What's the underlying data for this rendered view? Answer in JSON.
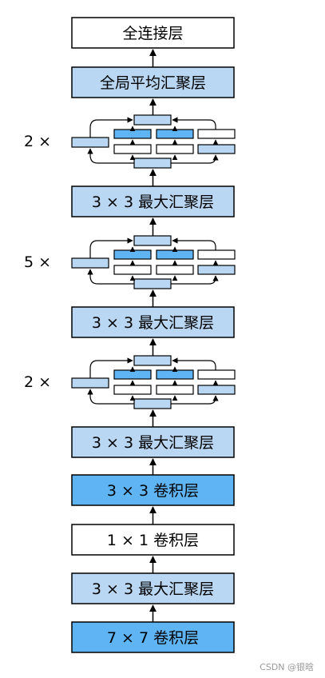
{
  "colors": {
    "light_blue": "#b9d6f2",
    "mid_blue": "#5fb4f4",
    "white": "#ffffff",
    "stroke": "#000000",
    "arrow": "#000000"
  },
  "layers": [
    {
      "text": "全连接层",
      "fill": "white"
    },
    {
      "text": "全局平均汇聚层",
      "fill": "light_blue"
    },
    {
      "text": "3 × 3 最大汇聚层",
      "fill": "light_blue"
    },
    {
      "text": "3 × 3 最大汇聚层",
      "fill": "light_blue"
    },
    {
      "text": "3 × 3 最大汇聚层",
      "fill": "light_blue"
    },
    {
      "text": "3 × 3 卷积层",
      "fill": "mid_blue"
    },
    {
      "text": "1 × 1 卷积层",
      "fill": "white"
    },
    {
      "text": "3 × 3 最大汇聚层",
      "fill": "light_blue"
    },
    {
      "text": "7 × 7 卷积层",
      "fill": "mid_blue"
    }
  ],
  "inception_groups": [
    {
      "repeat": "2 ×"
    },
    {
      "repeat": "5 ×"
    },
    {
      "repeat": "2 ×"
    }
  ],
  "watermark": "CSDN @银晗"
}
